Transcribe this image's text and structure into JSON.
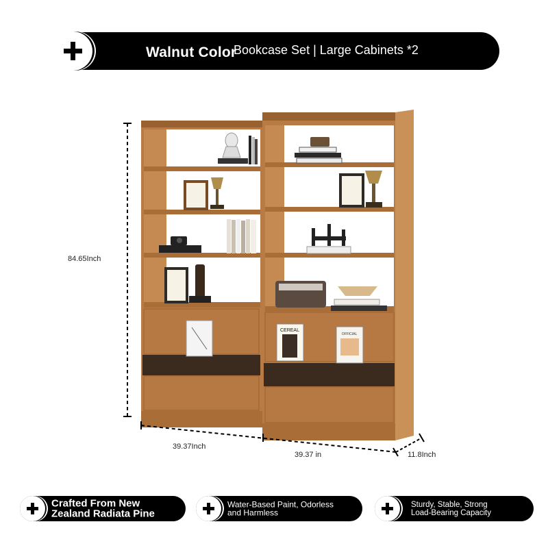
{
  "header": {
    "title_left": "Walnut Color",
    "title_right": "Bookcase Set | Large Cabinets *2"
  },
  "dimensions": {
    "height": "84.65Inch",
    "width_left": "39.37Inch",
    "width_right": "39.37 in",
    "depth": "11.8Inch"
  },
  "book_covers": {
    "cereal": "CEREAL",
    "doc": "OFFICIAL"
  },
  "features": [
    {
      "line1": "Crafted From New",
      "line2": "Zealand Radiata Pine"
    },
    {
      "line1": "Water-Based Paint, Odorless",
      "line2": "and Harmless"
    },
    {
      "line1": "Sturdy, Stable, Strong",
      "line2": "Load-Bearing Capacity"
    }
  ],
  "colors": {
    "wood": "#b87b45",
    "wood_dark": "#8a5427",
    "pill": "#000000"
  },
  "icons": [
    "plus-icon"
  ]
}
